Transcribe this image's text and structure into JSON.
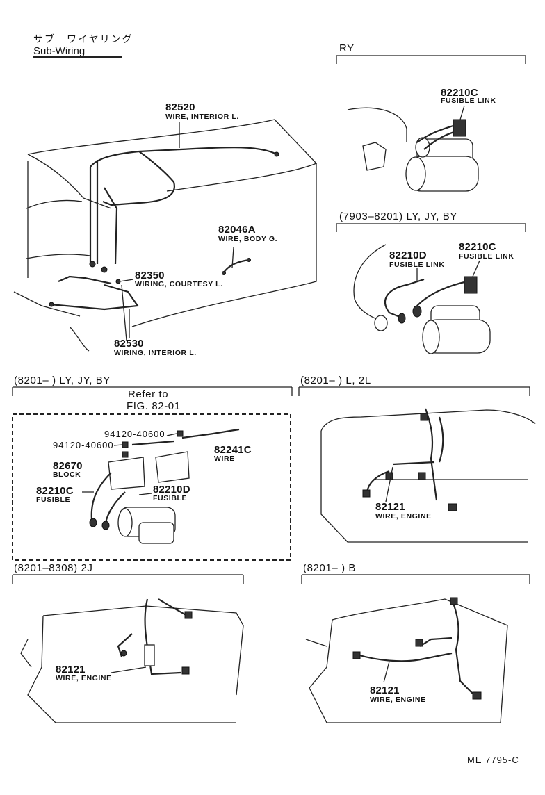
{
  "header": {
    "title_jp": "サブ　ワイヤリング",
    "title_en": "Sub-Wiring",
    "figure_code": "ME 7795-C"
  },
  "main_view": {
    "parts": [
      {
        "number": "82520",
        "name": "WIRE, INTERIOR L."
      },
      {
        "number": "82046A",
        "name": "WIRE, BODY G."
      },
      {
        "number": "82350",
        "name": "WIRING, COURTESY L."
      },
      {
        "number": "82530",
        "name": "WIRING, INTERIOR L."
      }
    ]
  },
  "sections": [
    {
      "label": "RY",
      "parts": [
        {
          "number": "82210C",
          "name": "FUSIBLE LINK"
        }
      ]
    },
    {
      "label": "(7903–8201)  LY, JY, BY",
      "parts": [
        {
          "number": "82210D",
          "name": "FUSIBLE LINK"
        },
        {
          "number": "82210C",
          "name": "FUSIBLE LINK"
        }
      ]
    },
    {
      "label": "(8201–        )  LY, JY, BY",
      "refer": [
        "Refer to",
        "FIG. 82-01"
      ],
      "parts": [
        {
          "number": "94120-40600",
          "name": ""
        },
        {
          "number": "94120-40600",
          "name": ""
        },
        {
          "number": "82241C",
          "name": "WIRE"
        },
        {
          "number": "82670",
          "name": "BLOCK"
        },
        {
          "number": "82210C",
          "name": "FUSIBLE"
        },
        {
          "number": "82210D",
          "name": "FUSIBLE"
        }
      ]
    },
    {
      "label": "(8201–        )  L, 2L",
      "parts": [
        {
          "number": "82121",
          "name": "WIRE, ENGINE"
        }
      ]
    },
    {
      "label": "(8201–8308)  2J",
      "parts": [
        {
          "number": "82121",
          "name": "WIRE, ENGINE"
        }
      ]
    },
    {
      "label": "(8201–        )  B",
      "parts": [
        {
          "number": "82121",
          "name": "WIRE, ENGINE"
        }
      ]
    }
  ]
}
